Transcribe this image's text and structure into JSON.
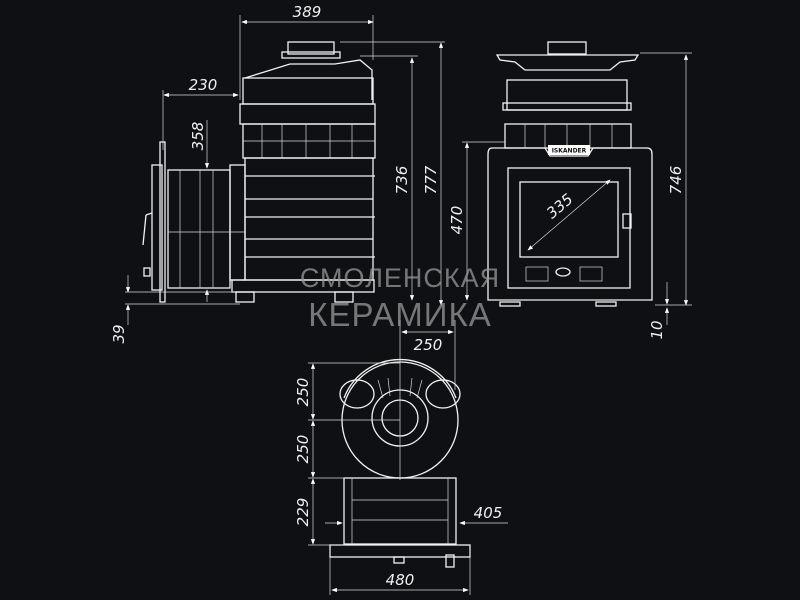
{
  "title": "Iskander stove dimensional drawing",
  "brand_plate": "ISKANDER",
  "watermark": {
    "line1": "СМОЛЕНСКАЯ",
    "line2": "КЕРАМИКА"
  },
  "side_view": {
    "width_total": "389",
    "tunnel_length": "230",
    "tunnel_height": "358",
    "height_body": "736",
    "height_total": "777",
    "leg_height": "39"
  },
  "front_view": {
    "door_height": "470",
    "door_diagonal": "335",
    "height": "746",
    "foot": "10"
  },
  "top_view": {
    "chimney_offset": "250",
    "depth_1": "250",
    "depth_2": "250",
    "depth_3": "229",
    "tunnel_width": "405",
    "width": "480"
  }
}
